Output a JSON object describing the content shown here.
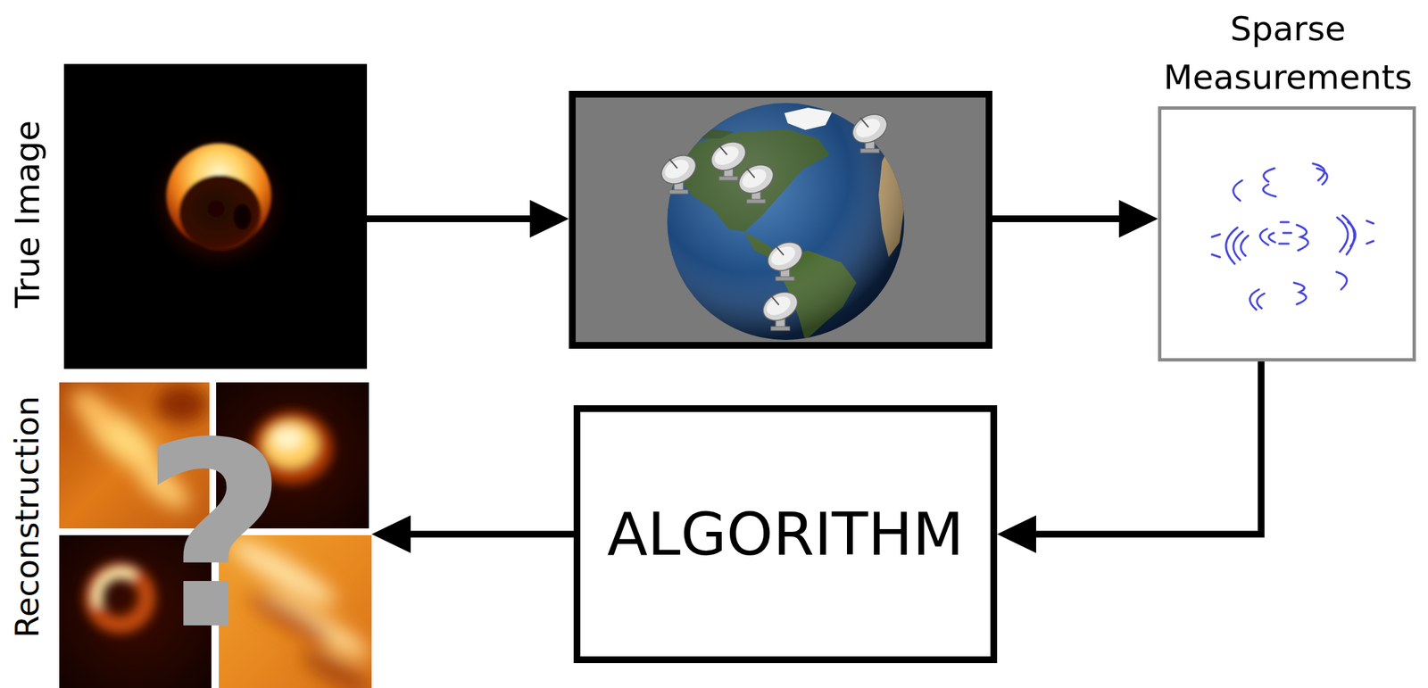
{
  "diagram": {
    "nodes": [
      {
        "text": [
          "True Image"
        ]
      },
      {
        "text": [
          "Sparse Measurements"
        ]
      },
      {
        "text": [
          "Reconstruction"
        ]
      },
      {
        "text": [
          "ALGORITHM"
        ]
      }
    ],
    "edges": [
      {
        "from": 1,
        "to": 3,
        "arrow": "to"
      },
      {
        "from": 3,
        "to": 2,
        "arrow": "to"
      }
    ],
    "labels": [
      "?"
    ]
  }
}
